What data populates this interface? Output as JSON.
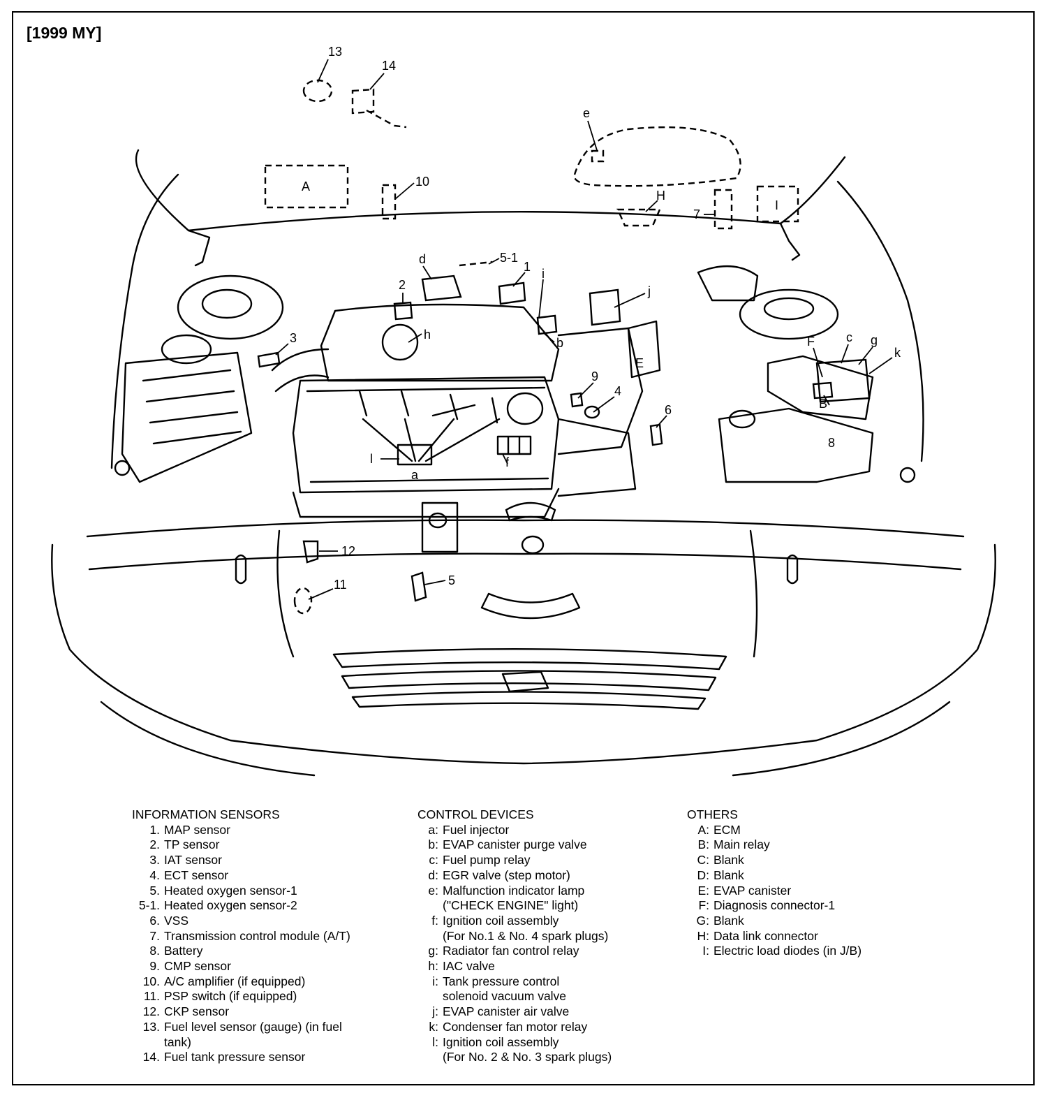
{
  "title": "[1999 MY]",
  "callouts": {
    "n1": "1",
    "n2": "2",
    "n3": "3",
    "n4": "4",
    "n5": "5",
    "n5_1": "5-1",
    "n6": "6",
    "n7": "7",
    "n8": "8",
    "n9": "9",
    "n10": "10",
    "n11": "11",
    "n12": "12",
    "n13": "13",
    "n14": "14",
    "la": "a",
    "lb": "b",
    "lc": "c",
    "ld": "d",
    "le": "e",
    "lf": "f",
    "lg": "g",
    "lh": "h",
    "li": "i",
    "lj": "j",
    "lk": "k",
    "ll": "l",
    "uA": "A",
    "uB": "B",
    "uE": "E",
    "uF": "F",
    "uH": "H",
    "uI": "I"
  },
  "legend": {
    "information_sensors": {
      "heading": "INFORMATION SENSORS",
      "items": [
        {
          "key": "1.",
          "text": " MAP sensor"
        },
        {
          "key": "2.",
          "text": "TP sensor"
        },
        {
          "key": "3.",
          "text": "IAT sensor"
        },
        {
          "key": "4.",
          "text": "ECT sensor"
        },
        {
          "key": "5.",
          "text": "Heated oxygen sensor-1"
        },
        {
          "key": "5-1.",
          "text": "Heated oxygen sensor-2"
        },
        {
          "key": "6.",
          "text": "VSS"
        },
        {
          "key": "7.",
          "text": "Transmission control module (A/T)"
        },
        {
          "key": "8.",
          "text": "Battery"
        },
        {
          "key": "9.",
          "text": "CMP sensor"
        },
        {
          "key": "10.",
          "text": "A/C amplifier (if equipped)"
        },
        {
          "key": "11.",
          "text": "PSP switch (if equipped)"
        },
        {
          "key": "12.",
          "text": "CKP sensor"
        },
        {
          "key": "13.",
          "text": "Fuel level sensor (gauge) (in fuel"
        },
        {
          "key": "",
          "text": "tank)"
        },
        {
          "key": "14.",
          "text": "Fuel tank pressure sensor"
        }
      ]
    },
    "control_devices": {
      "heading": "CONTROL DEVICES",
      "items": [
        {
          "key": "a:",
          "text": "Fuel injector"
        },
        {
          "key": "b:",
          "text": "EVAP canister purge valve"
        },
        {
          "key": "c:",
          "text": "Fuel pump relay"
        },
        {
          "key": "d:",
          "text": "EGR valve (step motor)"
        },
        {
          "key": "e:",
          "text": " Malfunction indicator lamp"
        },
        {
          "key": "",
          "text": "(\"CHECK ENGINE\" light)"
        },
        {
          "key": "f:",
          "text": "Ignition coil assembly"
        },
        {
          "key": "",
          "text": "(For No.1 & No. 4 spark plugs)"
        },
        {
          "key": "g:",
          "text": "Radiator fan control relay"
        },
        {
          "key": "h:",
          "text": "IAC valve"
        },
        {
          "key": "i:",
          "text": "Tank pressure control"
        },
        {
          "key": "",
          "text": "solenoid vacuum valve"
        },
        {
          "key": "j:",
          "text": "EVAP canister air valve"
        },
        {
          "key": "k:",
          "text": "Condenser fan motor relay"
        },
        {
          "key": "l:",
          "text": "Ignition coil assembly"
        },
        {
          "key": "",
          "text": "(For No. 2 & No. 3 spark plugs)"
        }
      ]
    },
    "others": {
      "heading": "OTHERS",
      "items": [
        {
          "key": "A:",
          "text": "ECM"
        },
        {
          "key": "B:",
          "text": "Main relay"
        },
        {
          "key": "C:",
          "text": "Blank"
        },
        {
          "key": "D:",
          "text": "Blank"
        },
        {
          "key": "E:",
          "text": "EVAP canister"
        },
        {
          "key": "F:",
          "text": "Diagnosis connector-1"
        },
        {
          "key": "G:",
          "text": "Blank"
        },
        {
          "key": "H:",
          "text": "Data link connector"
        },
        {
          "key": "I:",
          "text": "Electric load diodes (in J/B)"
        }
      ]
    }
  }
}
